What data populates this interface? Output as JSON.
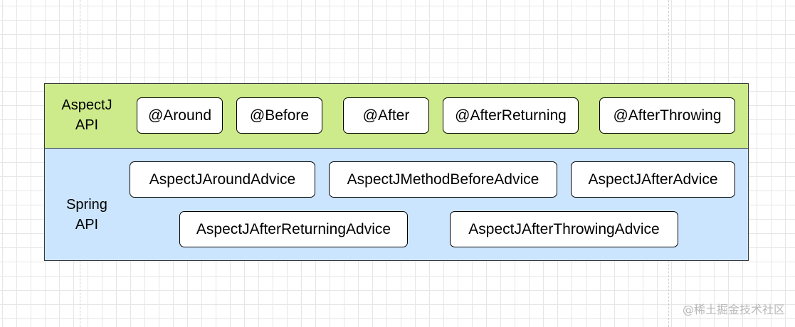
{
  "aspectj_layer": {
    "label_line1": "AspectJ",
    "label_line2": "API",
    "fill_color": "#cdeb8b",
    "annotations": [
      "@Around",
      "@Before",
      "@After",
      "@AfterReturning",
      "@AfterThrowing"
    ]
  },
  "spring_layer": {
    "label_line1": "Spring",
    "label_line2": "API",
    "fill_color": "#cce5ff",
    "advice_classes": [
      "AspectJAroundAdvice",
      "AspectJMethodBeforeAdvice",
      "AspectJAfterAdvice",
      "AspectJAfterReturningAdvice",
      "AspectJAfterThrowingAdvice"
    ]
  },
  "watermark": "@稀土掘金技术社区"
}
